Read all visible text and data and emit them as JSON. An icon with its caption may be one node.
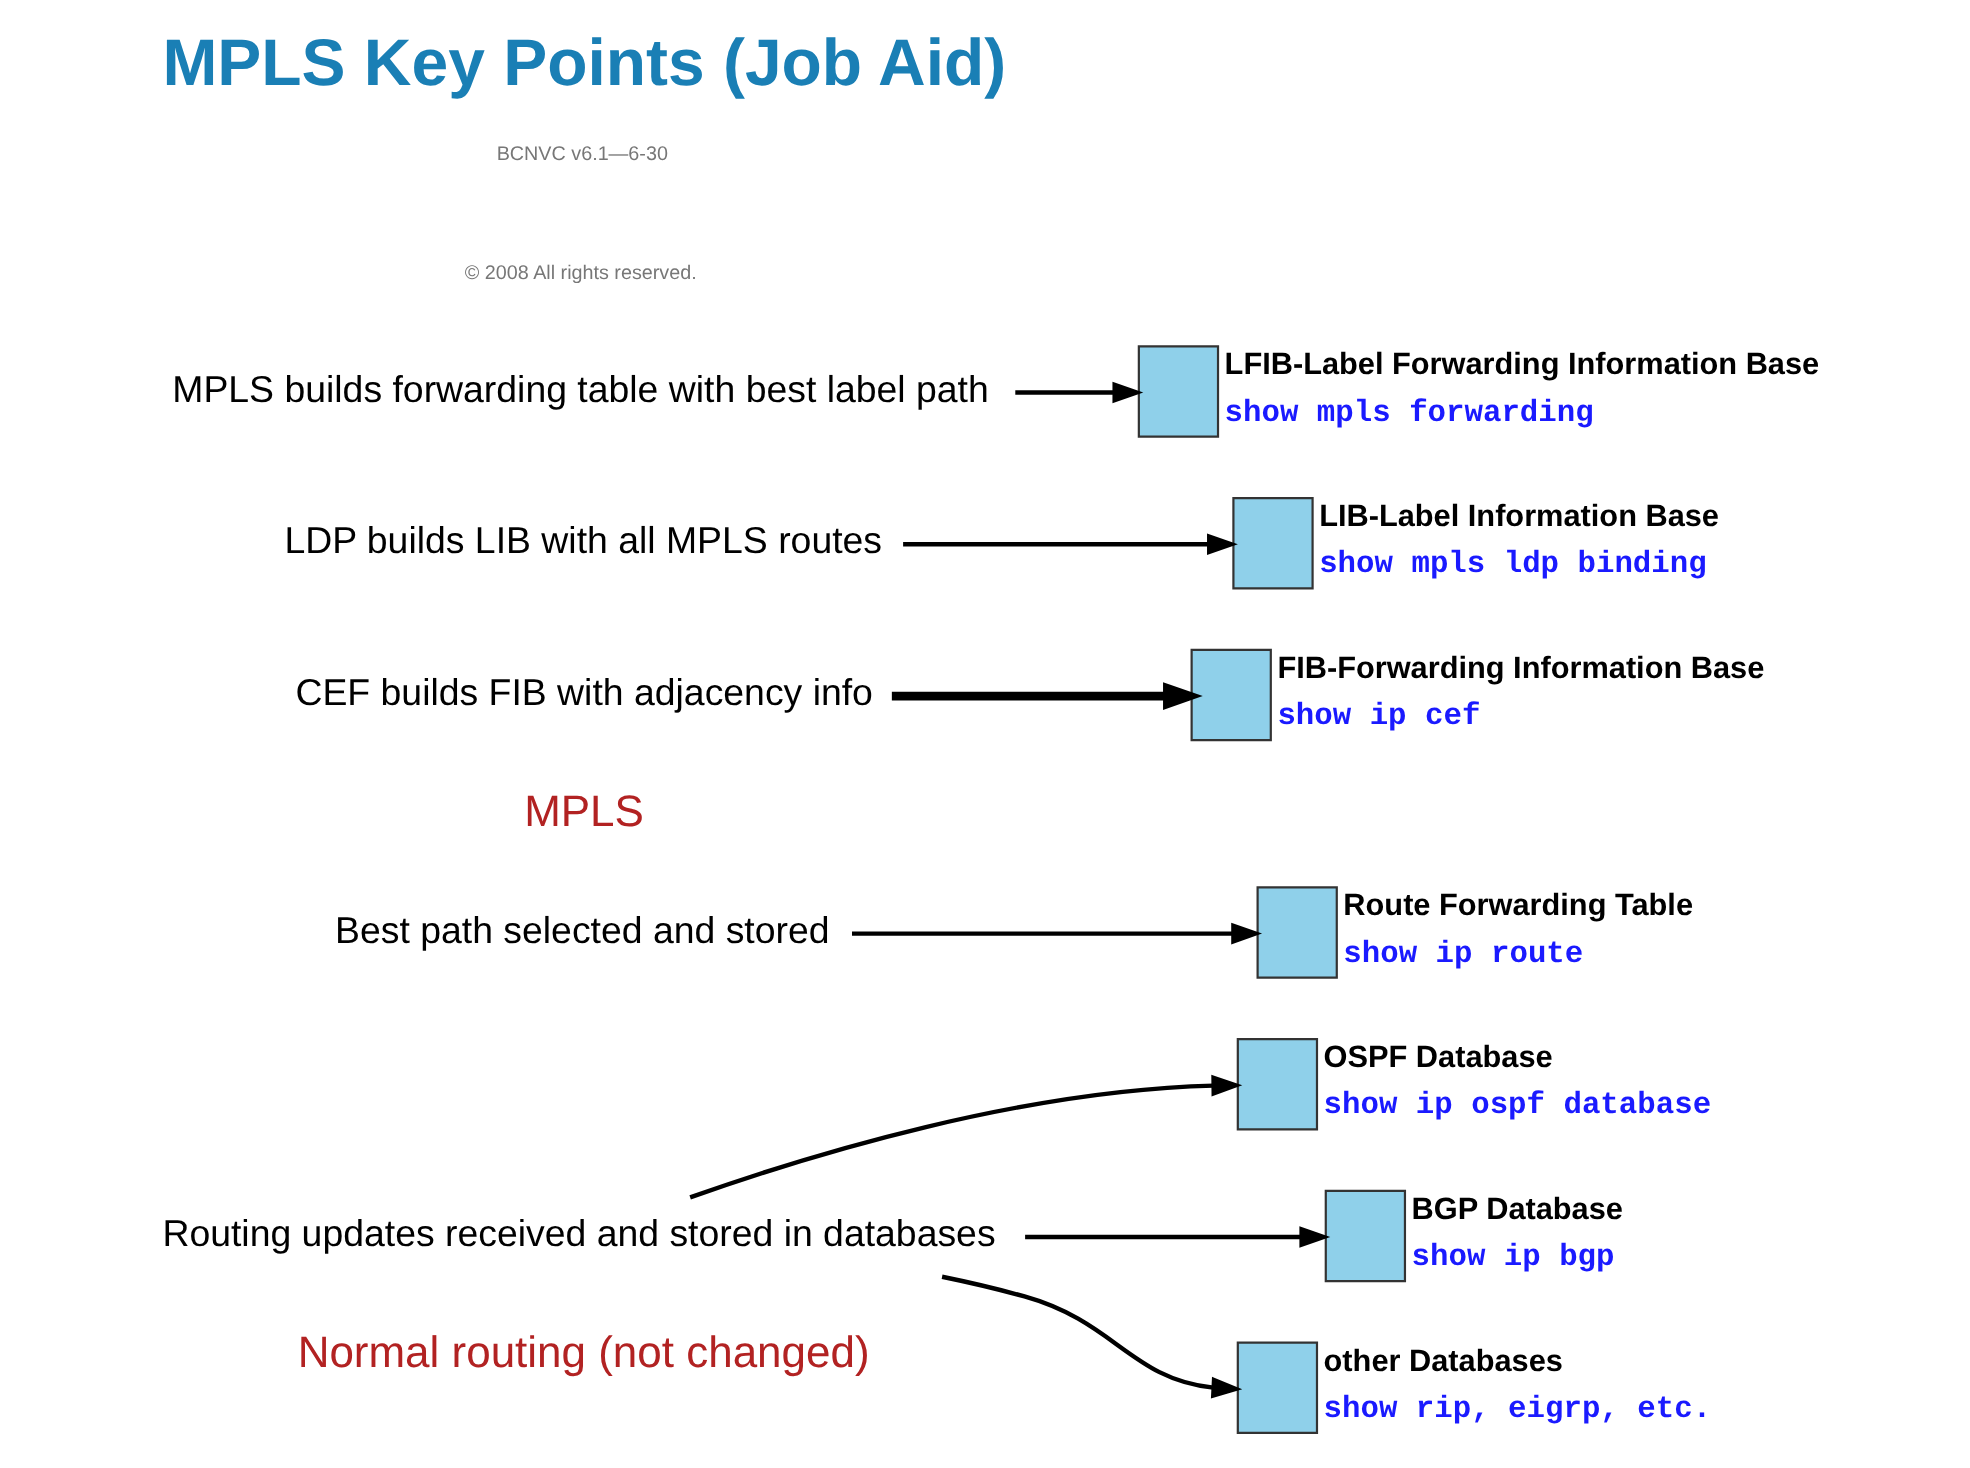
{
  "diagram": {
    "title": "MPLS Key Points (Job Aid)",
    "nodes": [
      {
        "text": [
          "Routing updates received and stored in databases"
        ]
      },
      {
        "text": [
          "OSPF Database",
          "show ip ospf database"
        ]
      },
      {
        "text": [
          "BGP Database",
          "show ip bgp"
        ]
      },
      {
        "text": [
          "other Databases",
          "show rip, eigrp, etc."
        ]
      },
      {
        "text": [
          "Best path selected and stored"
        ]
      },
      {
        "text": [
          "Route Forwarding Table",
          "show ip route"
        ]
      },
      {
        "text": [
          "CEF builds FIB with adjacency info"
        ]
      },
      {
        "text": [
          "FIB-Forwarding Information Base",
          "show ip cef"
        ]
      },
      {
        "text": [
          "LDP builds LIB with all MPLS routes"
        ]
      },
      {
        "text": [
          "LIB-Label Information Base",
          "show mpls ldp binding"
        ]
      },
      {
        "text": [
          "MPLS builds forwarding table with best label path"
        ]
      },
      {
        "text": [
          "LFIB-Label Forwarding Information Base",
          "show mpls forwarding"
        ]
      }
    ],
    "edges": [
      {
        "from": 0,
        "to": 1,
        "arrow": "to"
      },
      {
        "from": 0,
        "to": 2,
        "arrow": "to"
      },
      {
        "from": 0,
        "to": 3,
        "arrow": "to"
      },
      {
        "from": 4,
        "to": 5,
        "arrow": "to"
      },
      {
        "from": 6,
        "to": 7,
        "arrow": "to",
        "style": "thick"
      },
      {
        "from": 8,
        "to": 9,
        "arrow": "to"
      },
      {
        "from": 10,
        "to": 11,
        "arrow": "to"
      }
    ],
    "labels": [
      "Normal routing (not changed)",
      "MPLS",
      "© 2008 All rights reserved.",
      "BCNVC v6.1—6-30"
    ]
  }
}
